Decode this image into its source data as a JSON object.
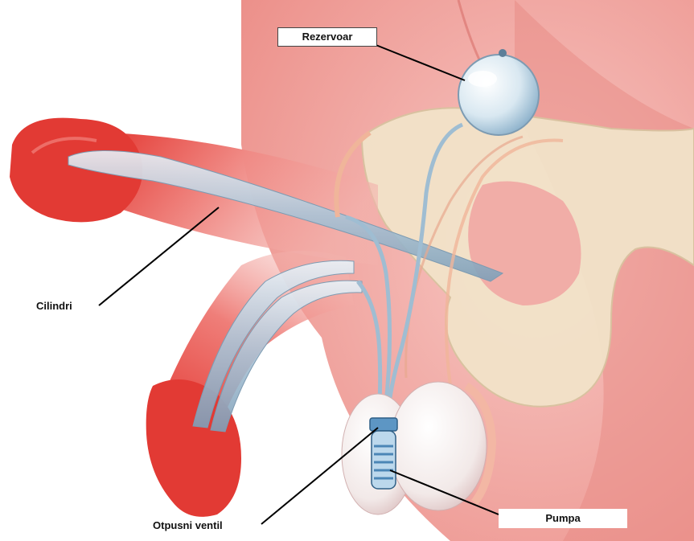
{
  "labels": {
    "rezervoar": "Rezervoar",
    "cilindri": "Cilindri",
    "pumpa": "Pumpa",
    "otpusni_ventil": "Otpusni ventil"
  },
  "colors": {
    "skin": "#f1a7a3",
    "skin_dark": "#e0544f",
    "bone": "#f2e3c9",
    "implant": "#bcd3e2",
    "pump_blue": "#6fa8d0"
  }
}
